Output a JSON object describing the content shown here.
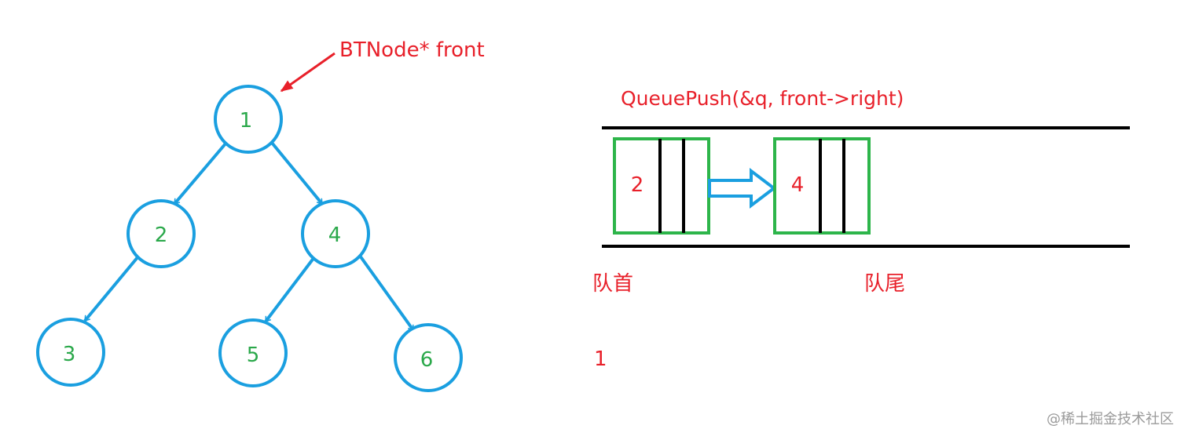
{
  "tree": {
    "pointer_label": "BTNode* front",
    "nodes": [
      {
        "id": "n1",
        "label": "1"
      },
      {
        "id": "n2",
        "label": "2"
      },
      {
        "id": "n4",
        "label": "4"
      },
      {
        "id": "n3",
        "label": "3"
      },
      {
        "id": "n5",
        "label": "5"
      },
      {
        "id": "n6",
        "label": "6"
      }
    ],
    "edges": [
      [
        "n1",
        "n2"
      ],
      [
        "n1",
        "n4"
      ],
      [
        "n2",
        "n3"
      ],
      [
        "n4",
        "n5"
      ],
      [
        "n4",
        "n6"
      ]
    ]
  },
  "queue": {
    "operation": "QueuePush(&q, front->right)",
    "items": [
      "2",
      "4"
    ],
    "head_label": "队首",
    "tail_label": "队尾"
  },
  "output_text": "1",
  "watermark": "@稀土掘金技术社区",
  "colors": {
    "node_stroke": "#1a9fe0",
    "node_text": "#2aa84a",
    "annotation_red": "#e8202a",
    "queue_box_green": "#2db54a",
    "queue_arrow_blue": "#1a9fe0",
    "line_black": "#000000",
    "watermark_gray": "#9a9a9a"
  }
}
